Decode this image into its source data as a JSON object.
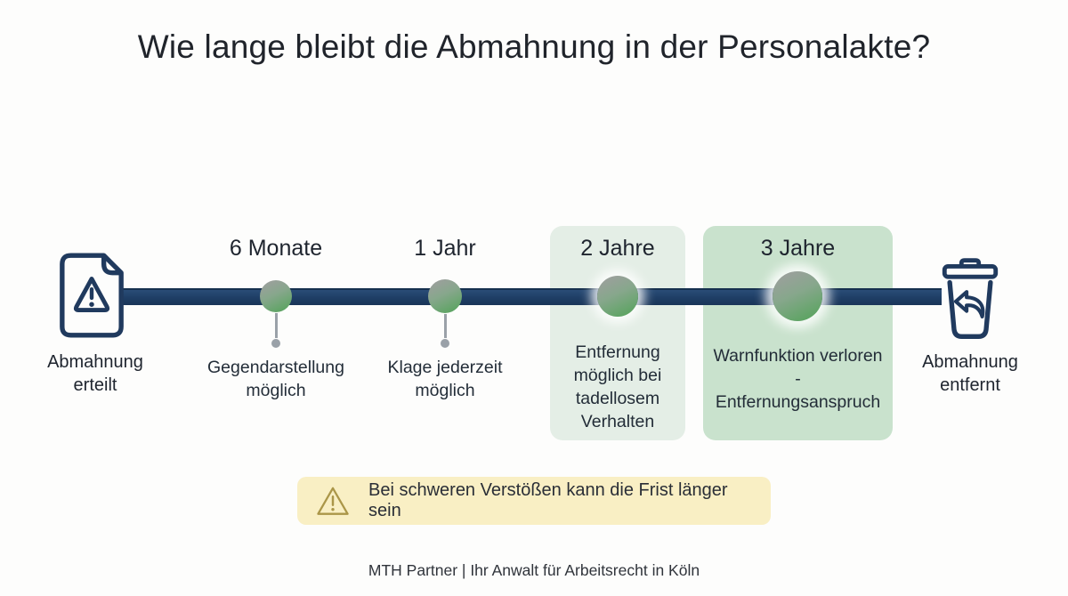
{
  "title": "Wie lange bleibt die Abmahnung in der Personalakte?",
  "colors": {
    "background": "#fdfdfc",
    "timeline_bar": "#1e3d64",
    "icon_navy": "#203a5e",
    "node_gray": "#9aa09b",
    "node_green": "#5da463",
    "box_2_jahre_bg": "#e4eee6",
    "box_3_jahre_bg": "#c9e2cd",
    "banner_bg": "#f9efc4",
    "banner_icon": "#ab9648",
    "text_dark": "#20242b"
  },
  "timeline": {
    "start": {
      "icon": "document-warning-icon",
      "label": "Abmahnung erteilt"
    },
    "end": {
      "icon": "trash-restore-icon",
      "label": "Abmahnung entfernt"
    },
    "milestones": [
      {
        "time": "6 Monate",
        "description": "Gegendarstellung möglich",
        "highlighted": false
      },
      {
        "time": "1 Jahr",
        "description": "Klage jederzeit möglich",
        "highlighted": false
      },
      {
        "time": "2 Jahre",
        "description": "Entfernung möglich bei tadellosem Verhalten",
        "highlighted": true
      },
      {
        "time": "3 Jahre",
        "description": "Warnfunktion verloren - Entfernungsanspruch",
        "highlighted": true
      }
    ]
  },
  "warning_banner": {
    "icon": "warning-triangle-icon",
    "text": "Bei schweren Verstößen kann die Frist länger sein"
  },
  "footer": "MTH Partner | Ihr Anwalt für Arbeitsrecht in Köln"
}
